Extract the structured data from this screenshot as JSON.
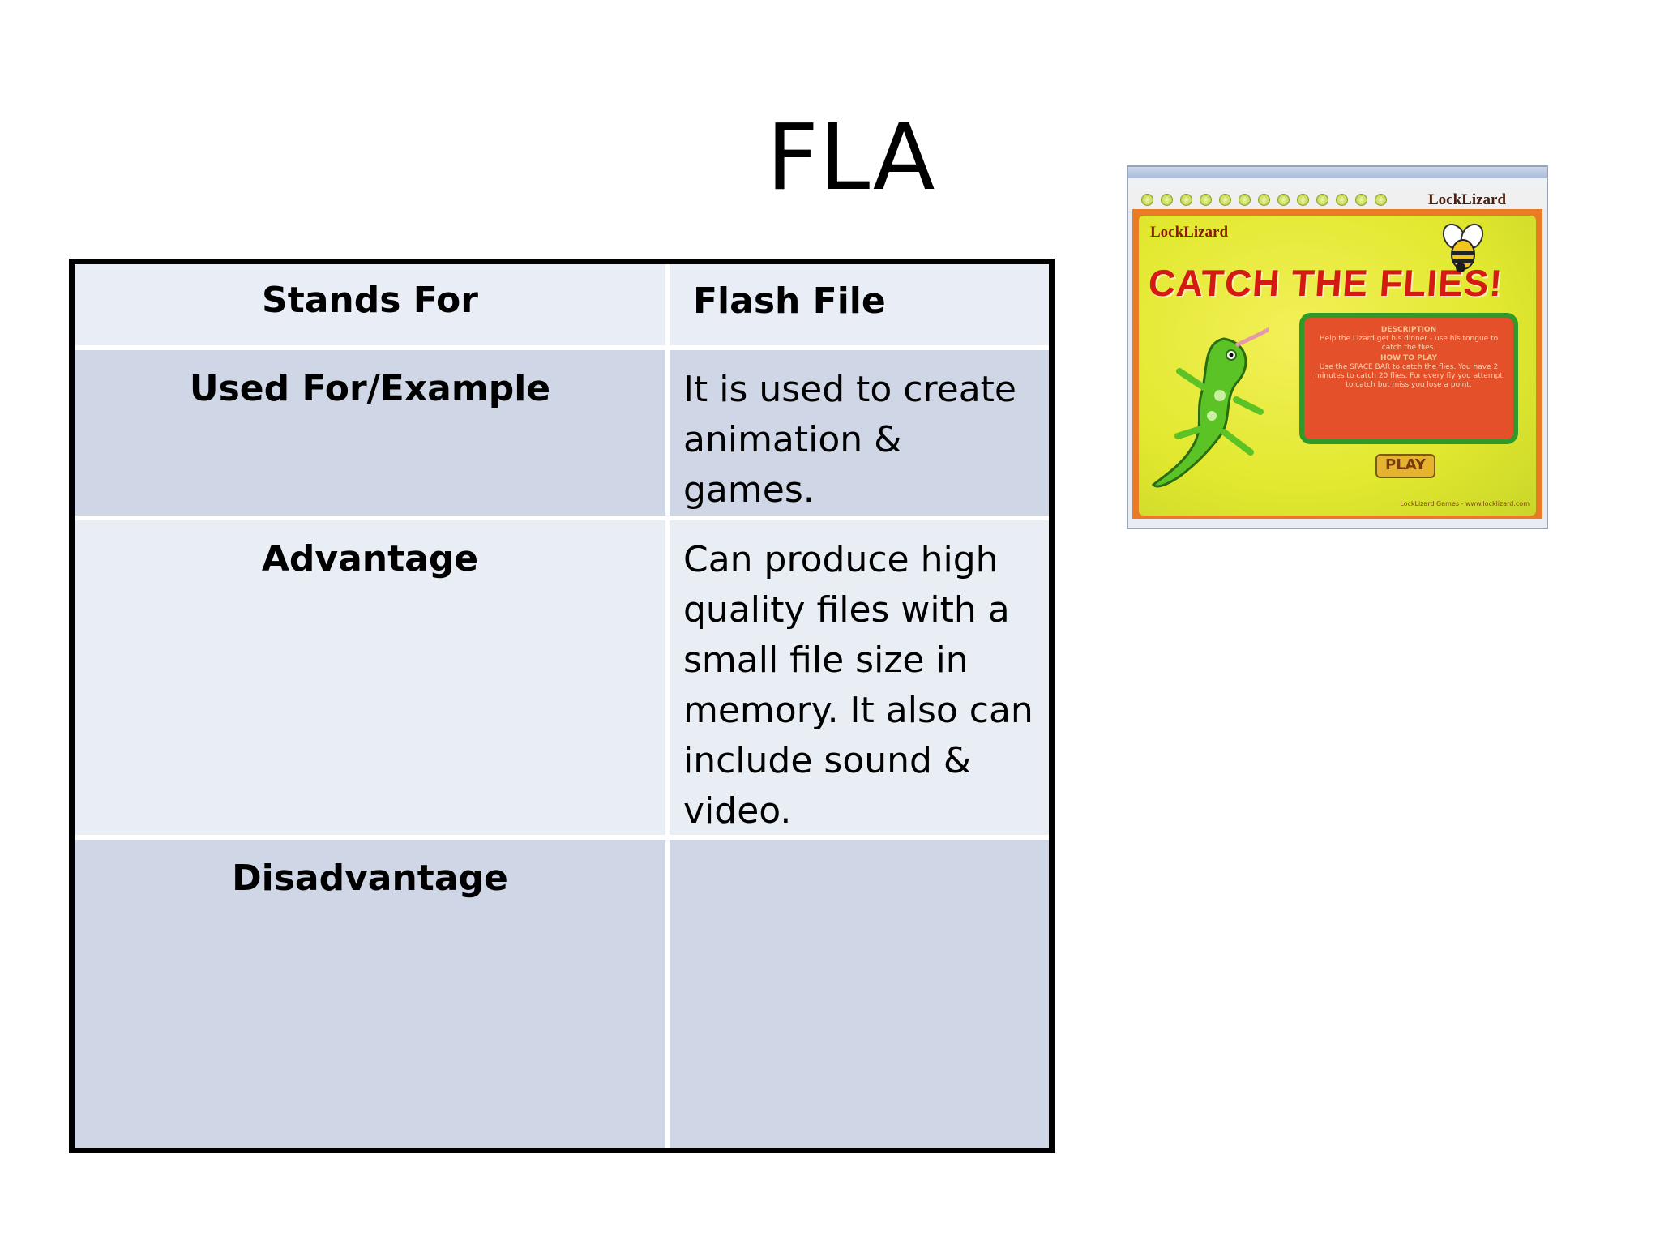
{
  "slide": {
    "title": "FLA"
  },
  "table": {
    "rows": [
      {
        "label": "Stands For",
        "value": "Flash File"
      },
      {
        "label": "Used For/Example",
        "value": "It is used to create animation & games."
      },
      {
        "label": "Advantage",
        "value": "Can produce high quality files with a small file size in memory. It also can include sound & video."
      },
      {
        "label": "Disadvantage",
        "value": ""
      }
    ]
  },
  "image": {
    "logo_top": "LockLizard",
    "logo_small": "LockLizard",
    "headline": "CATCH THE FLIES!",
    "desc_heading": "DESCRIPTION",
    "desc_text": "Help the Lizard get his dinner - use his tongue to catch the flies.",
    "how_heading": "HOW TO PLAY",
    "how_text": "Use the SPACE BAR to catch the flies. You have 2 minutes to catch 20 flies. For every fly you attempt to catch but miss you lose a point.",
    "play_label": "PLAY",
    "footer": "LockLizard Games - www.locklizard.com"
  }
}
